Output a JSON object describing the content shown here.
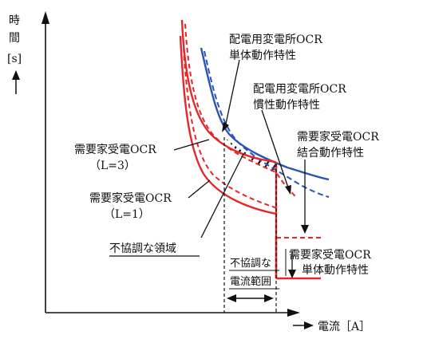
{
  "axes": {
    "y_label_line1": "時",
    "y_label_line2": "間",
    "y_unit": "[s]",
    "x_label": "電流［A］"
  },
  "labels": {
    "distribution_ocr_single_l1": "配電用変電所OCR",
    "distribution_ocr_single_l2": "単体動作特性",
    "distribution_ocr_inertia_l1": "配電用変電所OCR",
    "distribution_ocr_inertia_l2": "慣性動作特性",
    "customer_ocr_combined_l1": "需要家受電OCR",
    "customer_ocr_combined_l2": "結合動作特性",
    "customer_ocr_l3_l1": "需要家受電OCR",
    "customer_ocr_l3_l2": "（L=3）",
    "customer_ocr_l1_l1": "需要家受電OCR",
    "customer_ocr_l1_l2": "（L=1）",
    "uncoordinated_region": "不協調な領域",
    "uncoordinated_current_l1": "不協調な",
    "uncoordinated_current_l2": "電流範囲",
    "customer_ocr_single_l1": "需要家受電OCR",
    "customer_ocr_single_l2": "単体動作特性"
  },
  "colors": {
    "customer_red": "#e8262a",
    "distribution_blue": "#2b55b5",
    "axis": "#111111"
  }
}
